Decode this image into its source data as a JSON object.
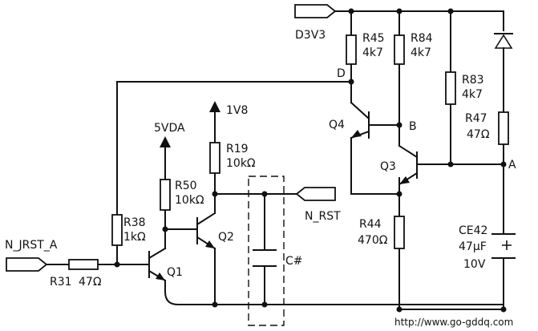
{
  "nets": {
    "d3v3": "D3V3",
    "n_jrst_a": "N_JRST_A",
    "n_rst": "N_RST",
    "v5vda": "5VDA",
    "v1v8": "1V8"
  },
  "nodes": {
    "d": "D",
    "b": "B",
    "a": "A"
  },
  "resistors": {
    "r45": {
      "name": "R45",
      "value": "4k7"
    },
    "r84": {
      "name": "R84",
      "value": "4k7"
    },
    "r83": {
      "name": "R83",
      "value": "4k7"
    },
    "r47": {
      "name": "R47",
      "value": "47Ω"
    },
    "r19": {
      "name": "R19",
      "value": "10kΩ"
    },
    "r50": {
      "name": "R50",
      "value": "10kΩ"
    },
    "r38": {
      "name": "R38",
      "value": "1kΩ"
    },
    "r44": {
      "name": "R44",
      "value": "470Ω"
    },
    "r31": {
      "name": "R31",
      "value": "47Ω"
    }
  },
  "transistors": {
    "q1": "Q1",
    "q2": "Q2",
    "q3": "Q3",
    "q4": "Q4"
  },
  "capacitors": {
    "cx": {
      "name": "C#"
    },
    "ce42": {
      "name": "CE42",
      "value": "47μF",
      "voltage": "10V"
    }
  },
  "watermark": "http://www.go-gddq.com"
}
